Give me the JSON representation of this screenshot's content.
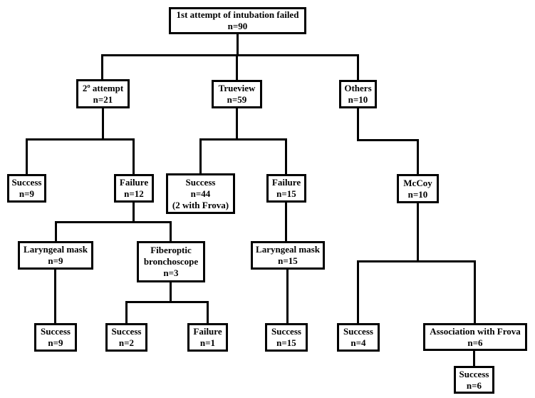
{
  "diagram": {
    "type": "flowchart",
    "colors": {
      "background": "#ffffff",
      "box_border": "#000000",
      "text": "#000000",
      "connector": "#000000"
    },
    "nodes": {
      "root": {
        "lines": [
          "1st attempt of intubation failed",
          "n=90"
        ]
      },
      "second_attempt": {
        "lines": [
          "2º attempt",
          "n=21"
        ]
      },
      "trueview": {
        "lines": [
          "Trueview",
          "n=59"
        ]
      },
      "others": {
        "lines": [
          "Others",
          "n=10"
        ]
      },
      "second_attempt_success": {
        "lines": [
          "Success",
          "n=9"
        ]
      },
      "second_attempt_failure": {
        "lines": [
          "Failure",
          "n=12"
        ]
      },
      "trueview_success": {
        "lines": [
          "Success",
          "n=44",
          "(2 with Frova)"
        ]
      },
      "trueview_failure": {
        "lines": [
          "Failure",
          "n=15"
        ]
      },
      "mccoy": {
        "lines": [
          "McCoy",
          "n=10"
        ]
      },
      "laryngeal_mask_9": {
        "lines": [
          "Laryngeal mask",
          "n=9"
        ]
      },
      "fiberoptic": {
        "lines": [
          "Fiberoptic",
          "bronchoscope",
          "n=3"
        ]
      },
      "laryngeal_mask_15": {
        "lines": [
          "Laryngeal mask",
          "n=15"
        ]
      },
      "laryngeal_mask_9_success": {
        "lines": [
          "Success",
          "n=9"
        ]
      },
      "fiberoptic_success": {
        "lines": [
          "Success",
          "n=2"
        ]
      },
      "fiberoptic_failure": {
        "lines": [
          "Failure",
          "n=1"
        ]
      },
      "laryngeal_mask_15_success": {
        "lines": [
          "Success",
          "n=15"
        ]
      },
      "mccoy_success": {
        "lines": [
          "Success",
          "n=4"
        ]
      },
      "association_frova": {
        "lines": [
          "Association with Frova",
          "n=6"
        ]
      },
      "association_frova_success": {
        "lines": [
          "Success",
          "n=6"
        ]
      }
    },
    "edges": [
      {
        "from": "root",
        "to": "second_attempt"
      },
      {
        "from": "root",
        "to": "trueview"
      },
      {
        "from": "root",
        "to": "others"
      },
      {
        "from": "second_attempt",
        "to": "second_attempt_success"
      },
      {
        "from": "second_attempt",
        "to": "second_attempt_failure"
      },
      {
        "from": "trueview",
        "to": "trueview_success"
      },
      {
        "from": "trueview",
        "to": "trueview_failure"
      },
      {
        "from": "others",
        "to": "mccoy"
      },
      {
        "from": "second_attempt_failure",
        "to": "laryngeal_mask_9"
      },
      {
        "from": "second_attempt_failure",
        "to": "fiberoptic"
      },
      {
        "from": "trueview_failure",
        "to": "laryngeal_mask_15"
      },
      {
        "from": "mccoy",
        "to": "mccoy_success"
      },
      {
        "from": "mccoy",
        "to": "association_frova"
      },
      {
        "from": "laryngeal_mask_9",
        "to": "laryngeal_mask_9_success"
      },
      {
        "from": "fiberoptic",
        "to": "fiberoptic_success"
      },
      {
        "from": "fiberoptic",
        "to": "fiberoptic_failure"
      },
      {
        "from": "laryngeal_mask_15",
        "to": "laryngeal_mask_15_success"
      },
      {
        "from": "association_frova",
        "to": "association_frova_success"
      }
    ]
  }
}
